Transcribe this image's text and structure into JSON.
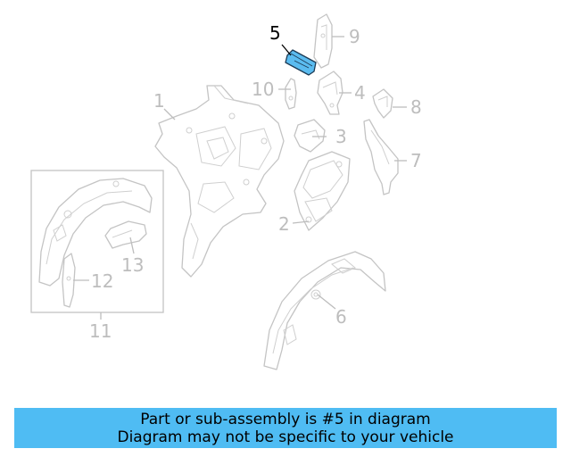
{
  "callouts": {
    "c1": "1",
    "c2": "2",
    "c3": "3",
    "c4": "4",
    "c5": "5",
    "c6": "6",
    "c7": "7",
    "c8": "8",
    "c9": "9",
    "c10": "10",
    "c11": "11",
    "c12": "12",
    "c13": "13"
  },
  "highlighted_part": "5",
  "colors": {
    "banner_background": "#4fbcf3",
    "highlight_fill": "#5bbcf0",
    "line_gray": "#c4c4c4"
  },
  "banner": {
    "line1": "Part or sub-assembly is #5 in diagram",
    "line2": "Diagram may not be specific to your vehicle"
  }
}
